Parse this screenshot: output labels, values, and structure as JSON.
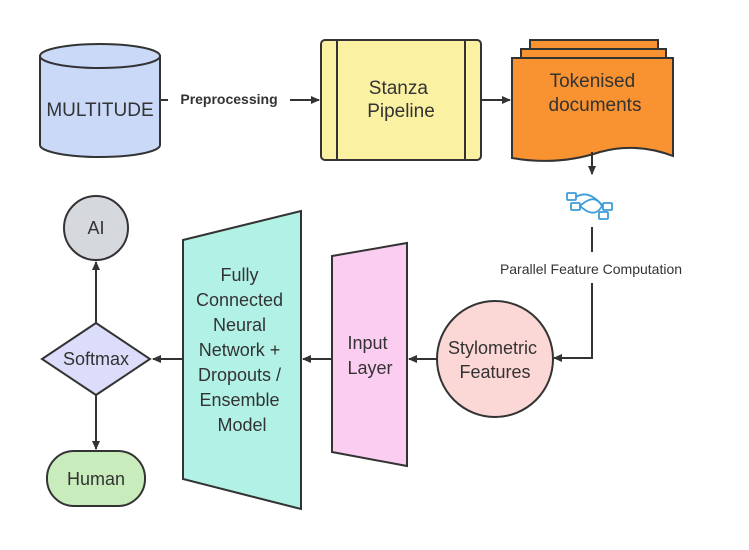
{
  "nodes": {
    "multitude": {
      "label": "MULTITUDE",
      "fill": "#c9d9f7"
    },
    "stanza": {
      "lines": [
        "Stanza",
        "Pipeline"
      ],
      "fill": "#fbf1a3"
    },
    "tokenised": {
      "lines": [
        "Tokenised",
        "documents"
      ],
      "fill": "#f99230"
    },
    "stylometric": {
      "lines": [
        "Stylometric",
        "Features"
      ],
      "fill": "#fbd7d6"
    },
    "input_layer": {
      "lines": [
        "Input",
        "Layer"
      ],
      "fill": "#fbcdf0"
    },
    "fcnn": {
      "lines": [
        "Fully",
        "Connected",
        "Neural",
        "Network +",
        "Dropouts /",
        "Ensemble",
        "Model"
      ],
      "fill": "#b2f2e6"
    },
    "softmax": {
      "label": "Softmax",
      "fill": "#dcdcfb"
    },
    "ai": {
      "label": "AI",
      "fill": "#d5d9de"
    },
    "human": {
      "label": "Human",
      "fill": "#c9ecbd"
    }
  },
  "edges": {
    "preprocessing": {
      "label": "Preprocessing"
    },
    "parallel": {
      "label": "Parallel Feature Computation"
    }
  },
  "icons": {
    "parallel_icon": {
      "name": "parallel-computation-icon",
      "color": "#3a9cd9"
    }
  }
}
